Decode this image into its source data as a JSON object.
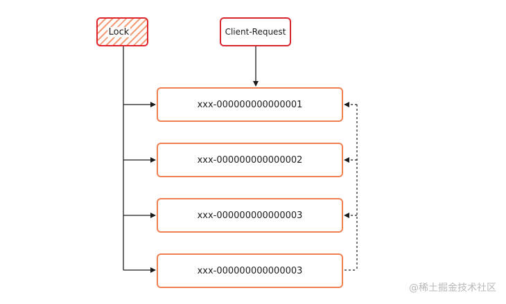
{
  "lock": {
    "label": "Lock"
  },
  "client_request": {
    "label": "Client-Request"
  },
  "nodes": [
    {
      "label": "xxx-000000000000001"
    },
    {
      "label": "xxx-000000000000002"
    },
    {
      "label": "xxx-000000000000003"
    },
    {
      "label": "xxx-000000000000003"
    }
  ],
  "watermark": {
    "text": "@稀土掘金技术社区"
  },
  "colors": {
    "lock_border": "#e0232a",
    "lock_hatch": "#f29b74",
    "client_border": "#d8242c",
    "node_border": "#ef7f4e",
    "connector": "#1a1a1a"
  }
}
